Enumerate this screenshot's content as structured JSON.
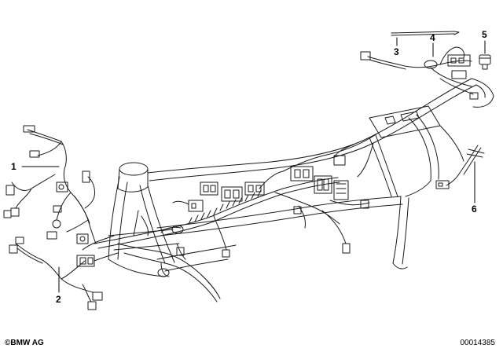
{
  "callouts": [
    {
      "id": "1",
      "label": "1"
    },
    {
      "id": "2",
      "label": "2"
    },
    {
      "id": "3",
      "label": "3"
    },
    {
      "id": "4",
      "label": "4"
    },
    {
      "id": "5",
      "label": "5"
    },
    {
      "id": "6",
      "label": "6"
    }
  ],
  "footer": {
    "copyright_symbol": "©",
    "copyright_text": "BMW AG",
    "drawing_number": "00014385"
  }
}
